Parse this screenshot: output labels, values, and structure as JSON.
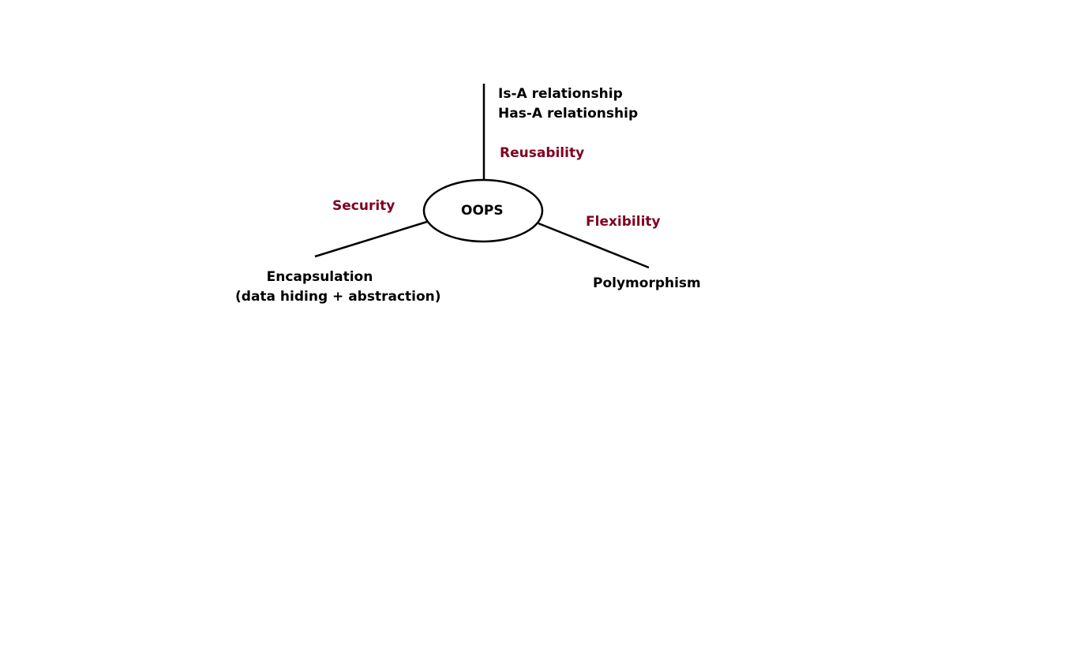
{
  "diagram": {
    "center_label": "OOPS",
    "colors": {
      "line": "#000000",
      "text": "#000000",
      "accent": "#800020"
    },
    "branches": {
      "top": {
        "benefit": "Reusability",
        "items": [
          "Is-A relationship",
          "Has-A relationship"
        ]
      },
      "left": {
        "benefit": "Security",
        "title": "Encapsulation",
        "subtitle": "(data hiding + abstraction)"
      },
      "right": {
        "benefit": "Flexibility",
        "title": "Polymorphism"
      }
    }
  }
}
